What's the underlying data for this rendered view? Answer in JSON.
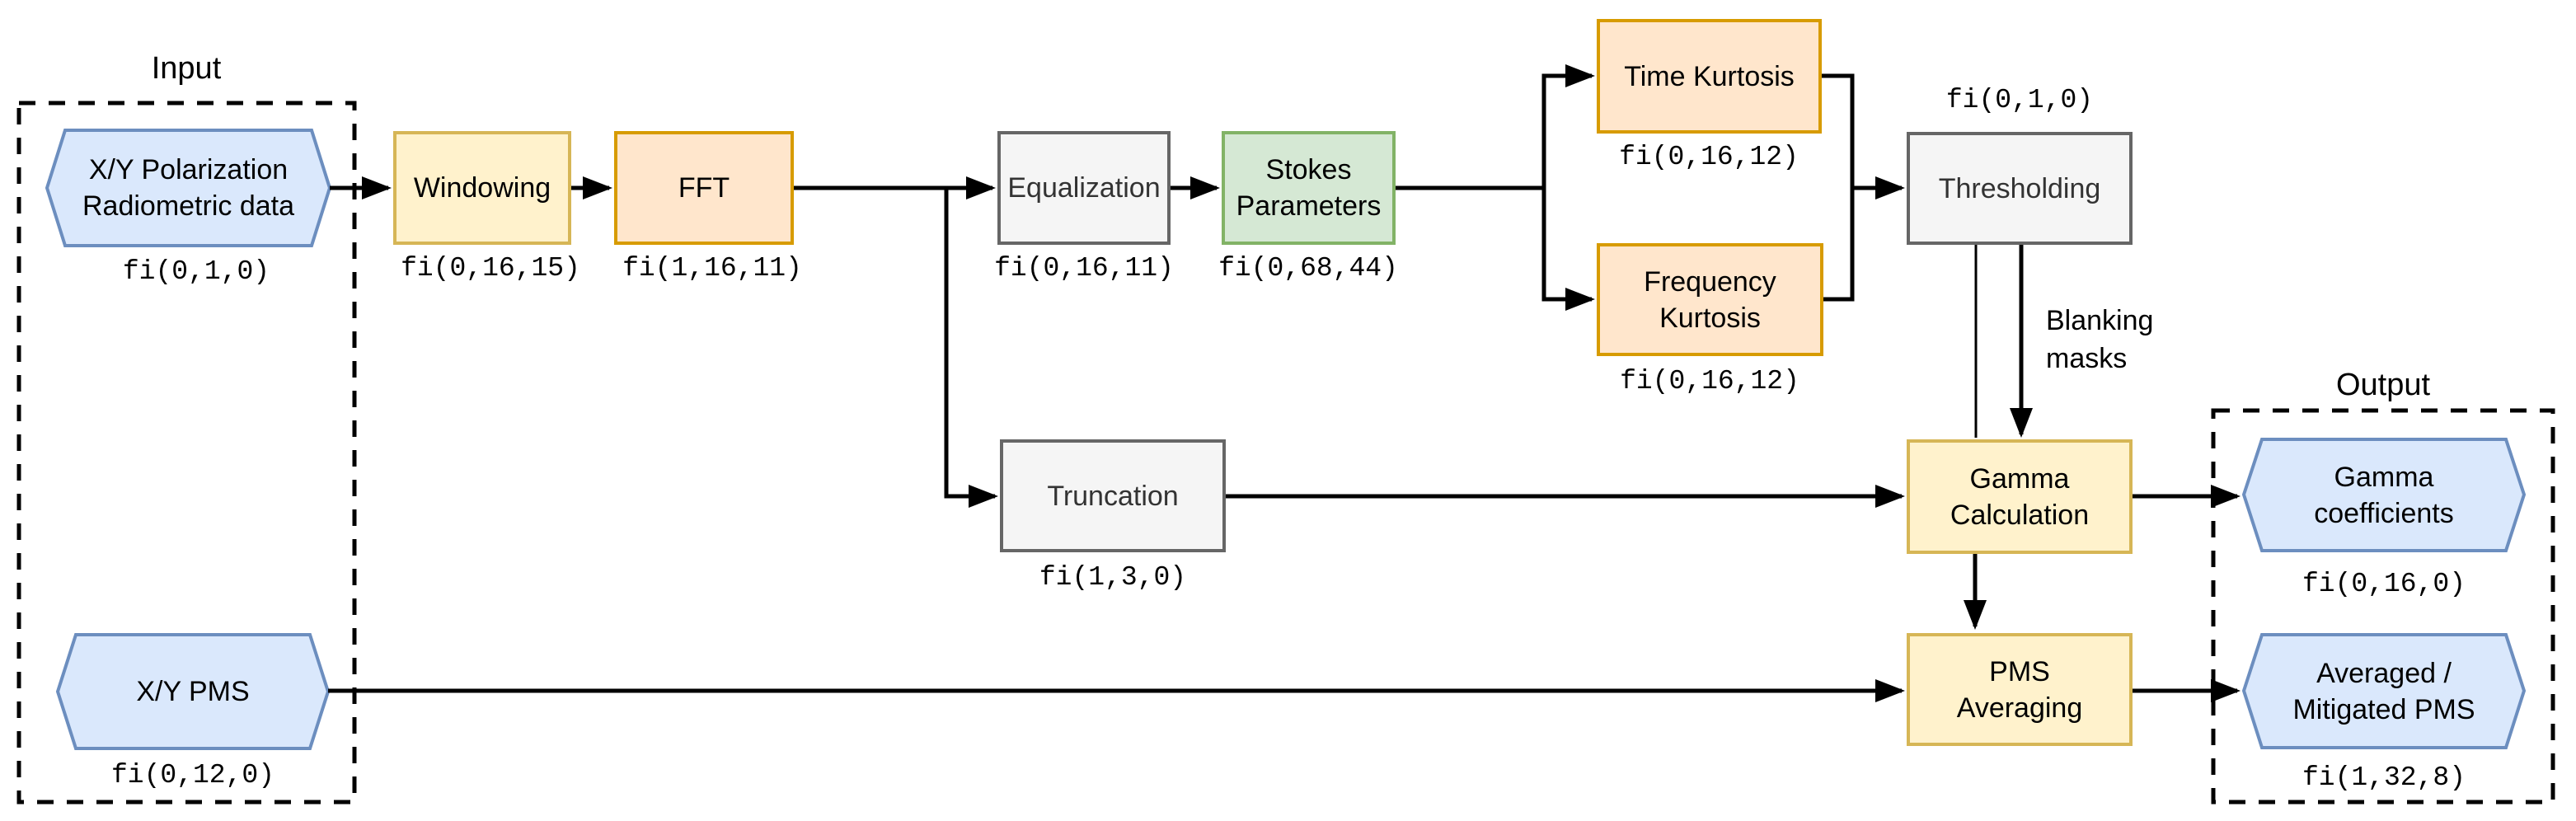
{
  "groups": {
    "input": {
      "label": "Input"
    },
    "output": {
      "label": "Output"
    }
  },
  "nodes": {
    "input_radiometric": {
      "label": "X/Y Polarization\nRadiometric data",
      "fi": "fi(0,1,0)"
    },
    "windowing": {
      "label": "Windowing",
      "fi": "fi(0,16,15)"
    },
    "fft": {
      "label": "FFT",
      "fi": "fi(1,16,11)"
    },
    "equalization": {
      "label": "Equalization",
      "fi": "fi(0,16,11)"
    },
    "stokes_parameters": {
      "label": "Stokes\nParameters",
      "fi": "fi(0,68,44)"
    },
    "time_kurtosis": {
      "label": "Time Kurtosis",
      "fi": "fi(0,16,12)"
    },
    "frequency_kurtosis": {
      "label": "Frequency\nKurtosis",
      "fi": "fi(0,16,12)"
    },
    "thresholding": {
      "label": "Thresholding",
      "fi": "fi(0,1,0)"
    },
    "truncation": {
      "label": "Truncation",
      "fi": "fi(1,3,0)"
    },
    "gamma_calculation": {
      "label": "Gamma\nCalculation"
    },
    "pms_averaging": {
      "label": "PMS\nAveraging"
    },
    "xy_pms": {
      "label": "X/Y PMS",
      "fi": "fi(0,12,0)"
    },
    "gamma_coefficients": {
      "label": "Gamma\ncoefficients",
      "fi": "fi(0,16,0)"
    },
    "averaged_pms": {
      "label": "Averaged /\nMitigated PMS",
      "fi": "fi(1,32,8)"
    }
  },
  "edge_labels": {
    "blanking_masks": "Blanking\nmasks"
  },
  "colors": {
    "io_fill": "#dae8fc",
    "io_border": "#6c8ebf",
    "yellow_fill": "#fff2cc",
    "yellow_border": "#d6b656",
    "orange_fill": "#ffe6cc",
    "orange_border": "#d79b00",
    "gray_fill": "#f5f5f5",
    "gray_border": "#666666",
    "green_fill": "#d5e8d4",
    "green_border": "#82b366",
    "line": "#000000"
  }
}
